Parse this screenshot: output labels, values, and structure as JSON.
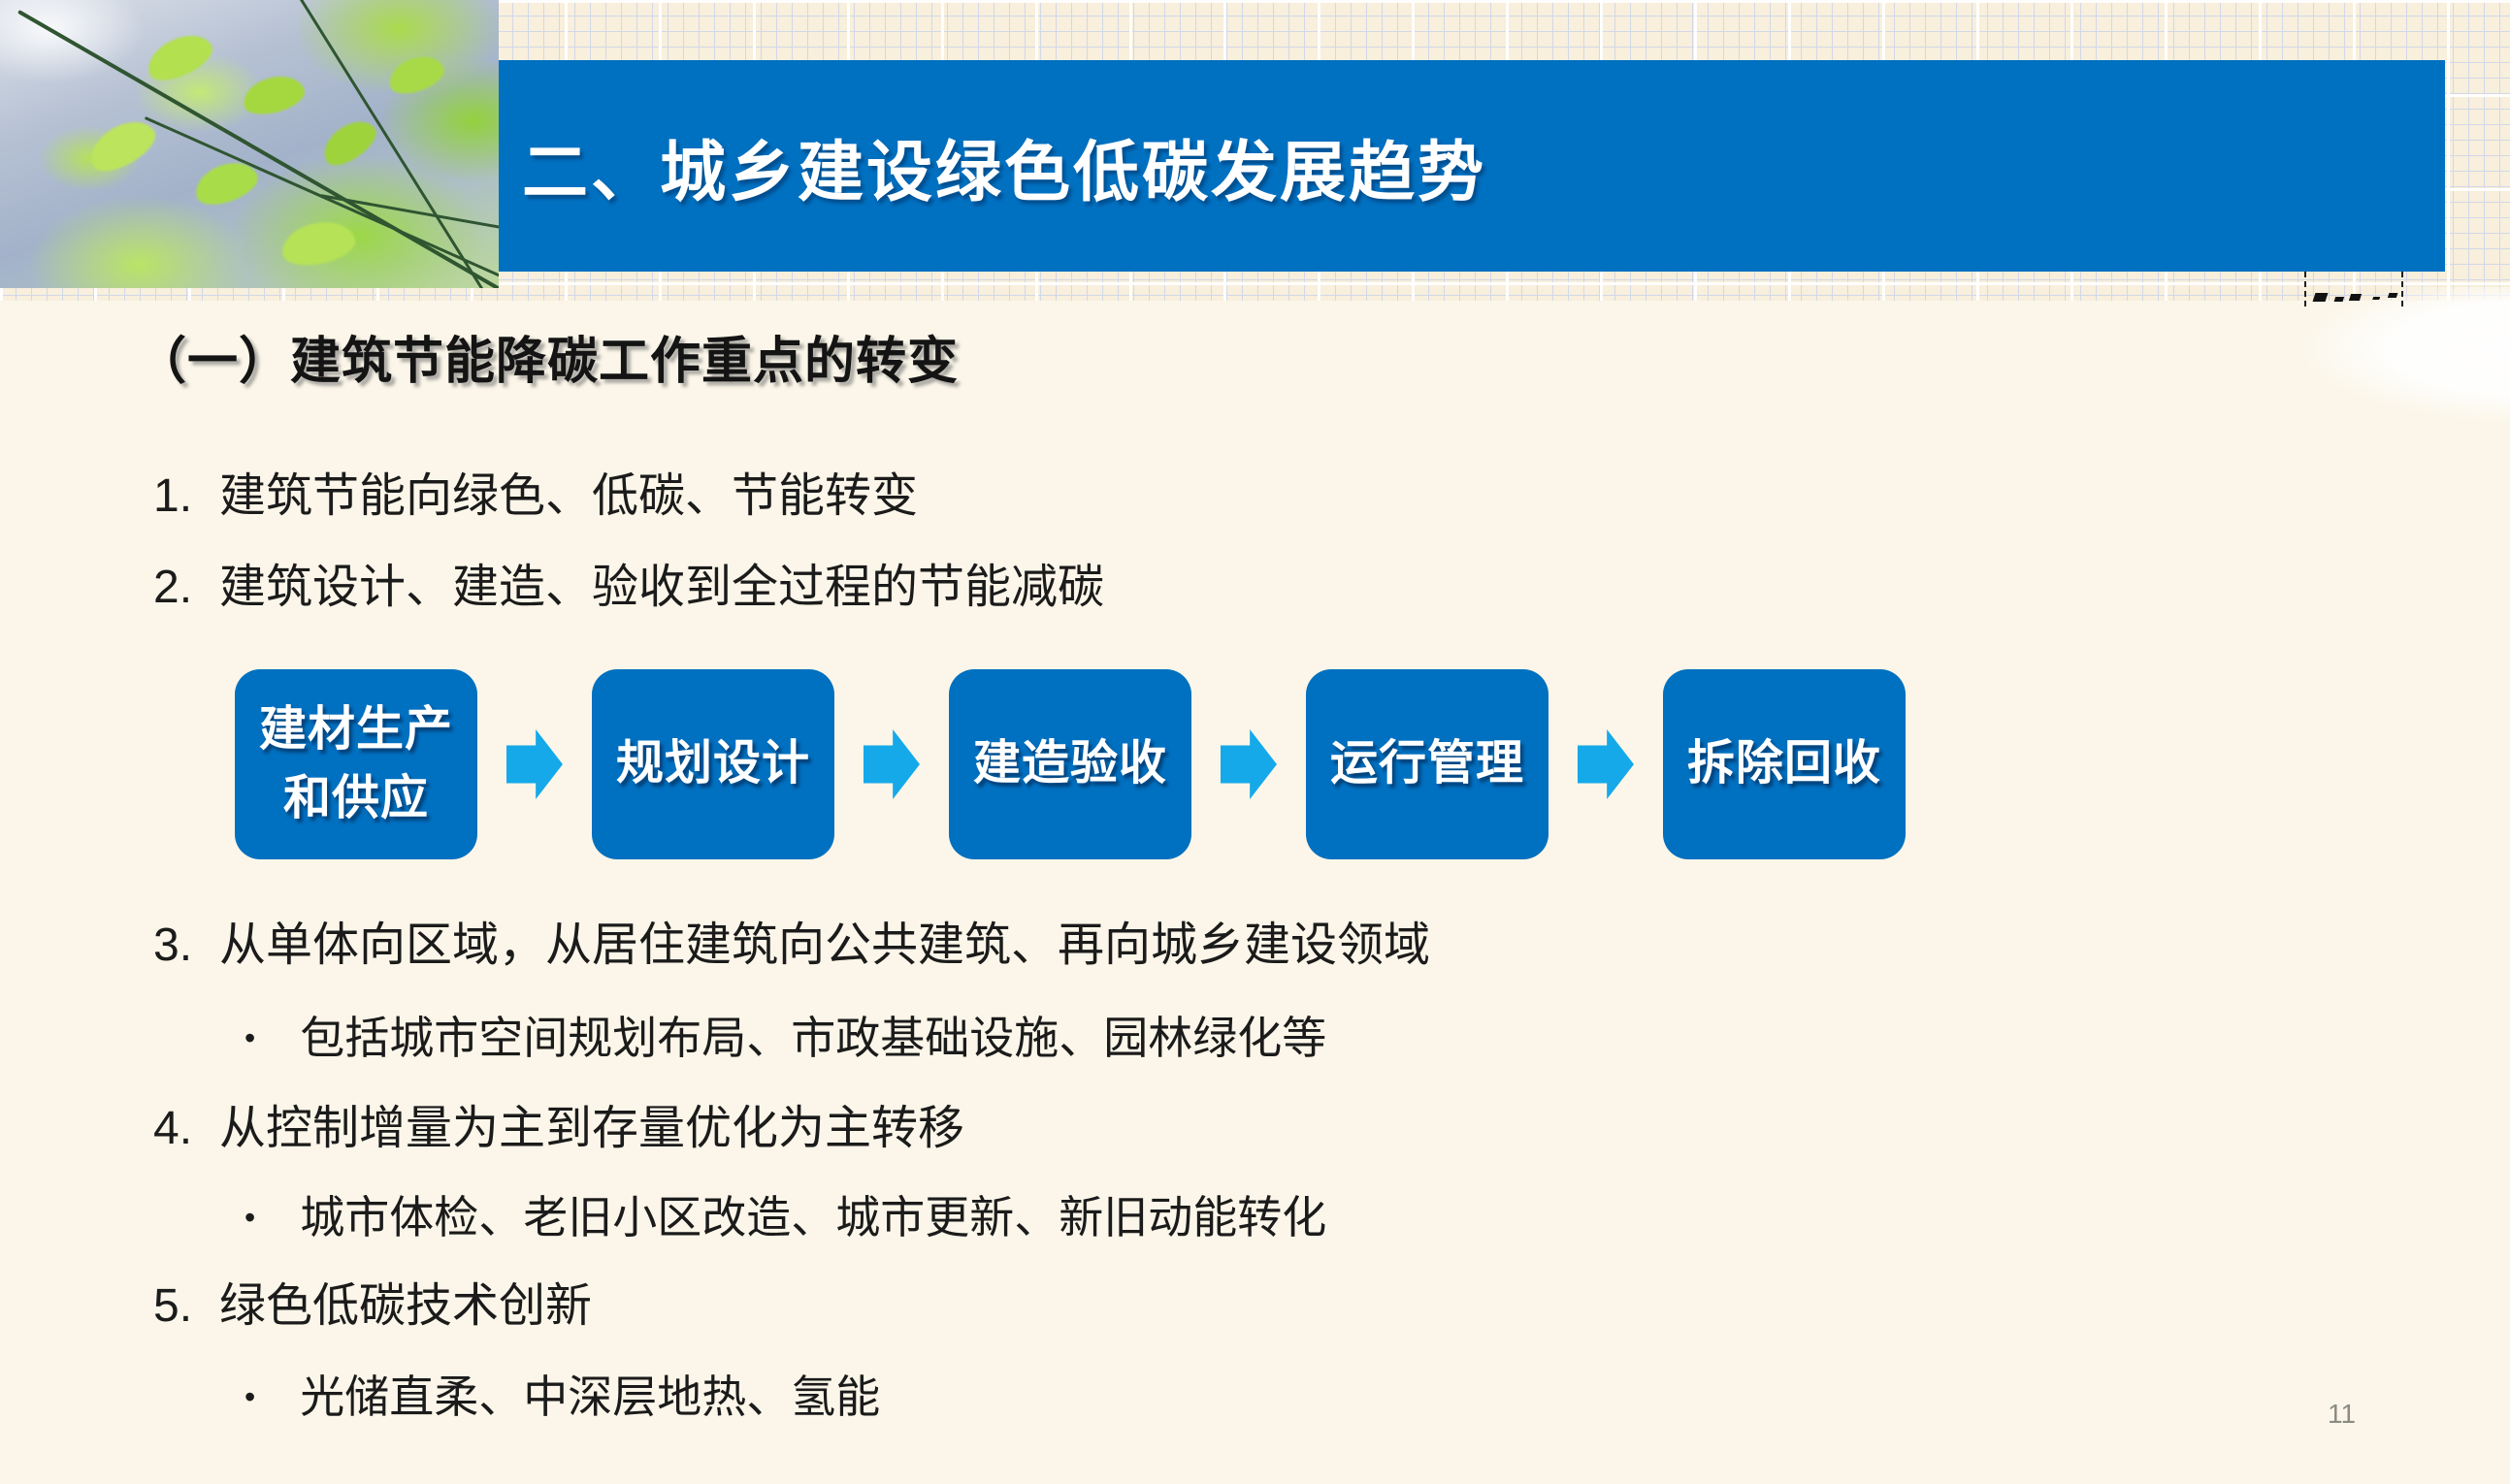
{
  "slide": {
    "title": "二、城乡建设绿色低碳发展趋势",
    "section_heading": "（一）建筑节能降碳工作重点的转变",
    "page_number": "11",
    "bullet_char": "•"
  },
  "list": {
    "items": [
      {
        "num": "1.",
        "text": "建筑节能向绿色、低碳、节能转变"
      },
      {
        "num": "2.",
        "text": "建筑设计、建造、验收到全过程的节能减碳"
      },
      {
        "num": "3.",
        "text": "从单体向区域，从居住建筑向公共建筑、再向城乡建设领域",
        "sub": "包括城市空间规划布局、市政基础设施、园林绿化等"
      },
      {
        "num": "4.",
        "text": "从控制增量为主到存量优化为主转移",
        "sub": "城市体检、老旧小区改造、城市更新、新旧动能转化"
      },
      {
        "num": "5.",
        "text": "绿色低碳技术创新",
        "sub": "光储直柔、中深层地热、氢能"
      }
    ]
  },
  "flow": {
    "steps": [
      {
        "lines": [
          "建材生产",
          "和供应"
        ]
      },
      {
        "lines": [
          "规划设计"
        ]
      },
      {
        "lines": [
          "建造验收"
        ]
      },
      {
        "lines": [
          "运行管理"
        ]
      },
      {
        "lines": [
          "拆除回收"
        ]
      }
    ]
  },
  "colors": {
    "banner_blue": "#0070c0",
    "box_blue": "#0070c0",
    "arrow_blue": "#15a9e9",
    "content_cream": "#fbf6e9",
    "grid_cream": "#f8efdc",
    "text_black": "#1b1b1b",
    "page_number_gray": "#8b8b85"
  }
}
